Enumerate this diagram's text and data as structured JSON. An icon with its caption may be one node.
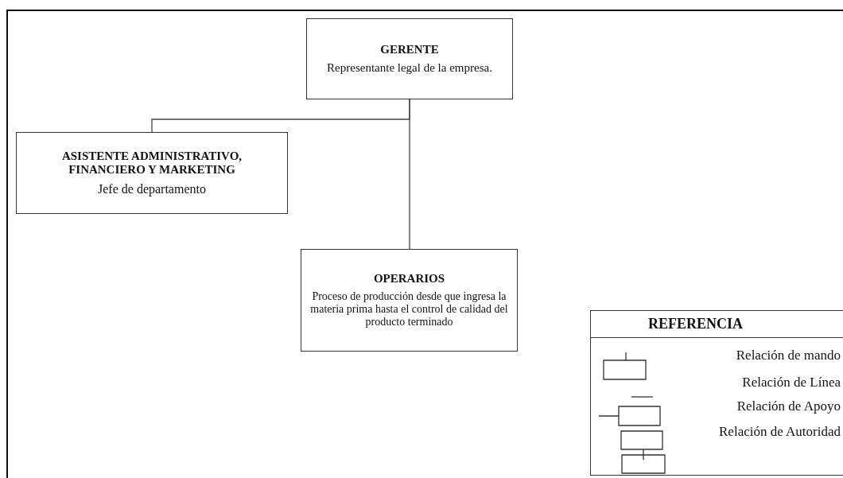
{
  "diagram": {
    "nodes": [
      {
        "text": [
          "GERENTE",
          "Representante legal de la empresa."
        ]
      },
      {
        "text": [
          "ASISTENTE ADMINISTRATIVO, FINANCIERO Y MARKETING",
          "Jefe de departamento"
        ]
      },
      {
        "text": [
          "OPERARIOS",
          "Proceso de producción desde que ingresa la materia prima hasta el control de calidad del producto terminado"
        ]
      }
    ],
    "edges": [
      {
        "from": 0,
        "to": 1,
        "arrow": "none"
      },
      {
        "from": 0,
        "to": 2,
        "arrow": "none"
      }
    ],
    "labels": [
      "REFERENCIA"
    ],
    "legend": [
      {
        "text": "Relación de mando"
      },
      {
        "text": "Relación de Línea"
      },
      {
        "text": "Relación de Apoyo"
      },
      {
        "text": "Relación de Autoridad"
      }
    ]
  }
}
